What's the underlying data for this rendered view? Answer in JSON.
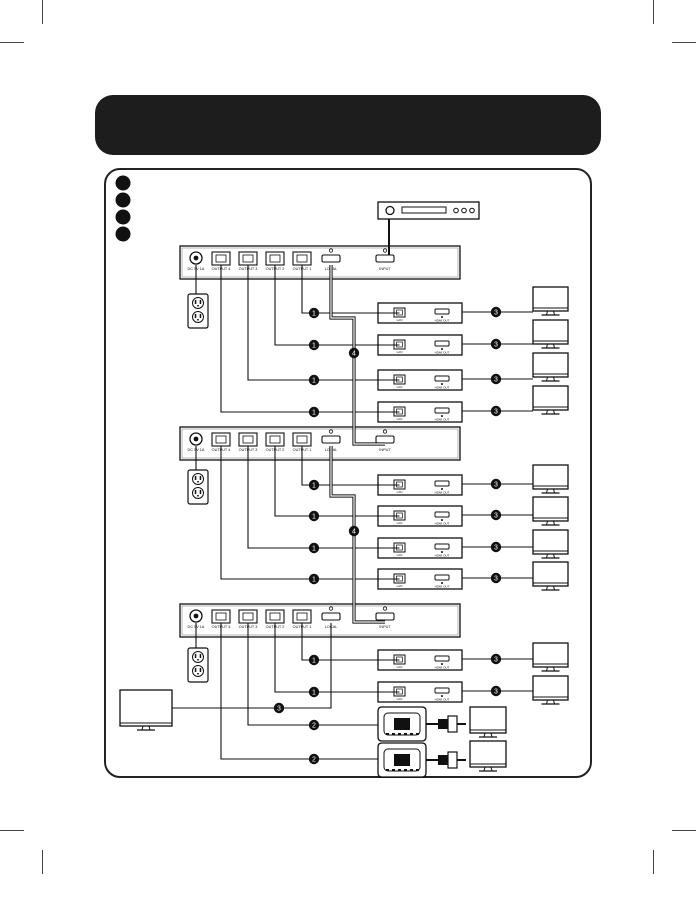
{
  "legend": {
    "bullet_count": 4
  },
  "power": {
    "label": "DC 5V 1A"
  },
  "ports": {
    "output_4": "OUTPUT 4",
    "output_3": "OUTPUT 3",
    "output_2": "OUTPUT 2",
    "output_1": "OUTPUT 1",
    "local": "LOCAL",
    "input": "INPUT"
  },
  "receiver": {
    "lan": "LAN",
    "hdmi_out": "HDMI OUT"
  },
  "callouts": [
    "1",
    "2",
    "3",
    "4"
  ],
  "colors": {
    "ink": "#111111",
    "banner": "#1d1d1d",
    "paper": "#ffffff"
  }
}
